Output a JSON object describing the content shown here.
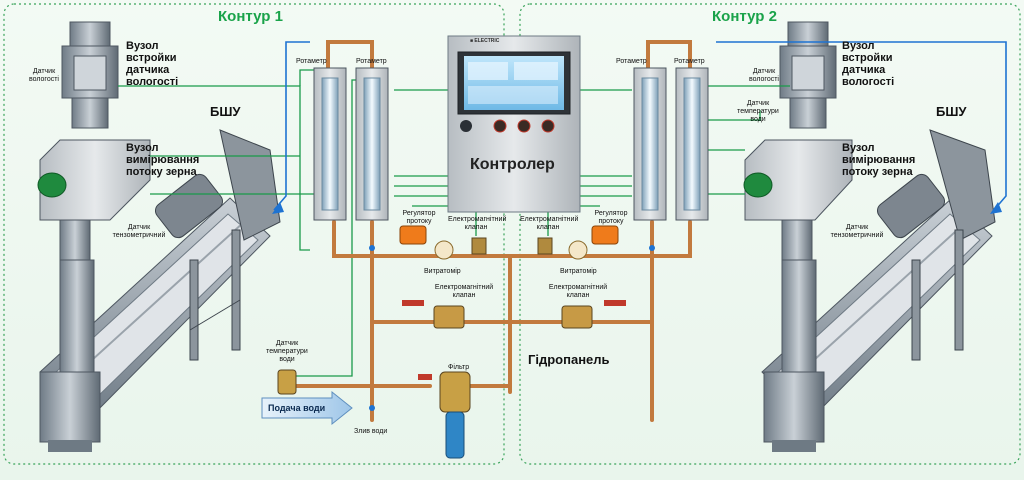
{
  "circuits": {
    "left_title": "Контур 1",
    "right_title": "Контур 2"
  },
  "left": {
    "humidity_sensor": "Датчик вологості",
    "humidity_node": "Вузол встройки датчика вологості",
    "flow_node": "Вузол вимірювання потоку зерна",
    "bshu": "БШУ",
    "tenso_sensor": "Датчик тензометричний",
    "water_temp_sensor": "Датчик температури води",
    "rotameter_1": "Ротаметр",
    "rotameter_2": "Ротаметр",
    "flow_regulator": "Регулятор протоку",
    "solenoid_valve_top": "Електромагнітний клапан",
    "flowmeter": "Витратомір",
    "solenoid_valve_bottom": "Електромагнітний клапан"
  },
  "right": {
    "humidity_sensor": "Датчик вологості",
    "water_temp_sensor": "Датчик температури води",
    "humidity_node": "Вузол встройки датчика вологості",
    "flow_node": "Вузол вимірювання потоку зерна",
    "bshu": "БШУ",
    "tenso_sensor": "Датчик тензометричний",
    "rotameter_1": "Ротаметр",
    "rotameter_2": "Ротаметр",
    "flow_regulator": "Регулятор протоку",
    "solenoid_valve_top": "Електромагнітний клапан",
    "flowmeter": "Витратомір",
    "solenoid_valve_bottom": "Електромагнітний клапан"
  },
  "center": {
    "controller": "Контролер",
    "brand": "■ ELECTRIC",
    "hydropanel": "Гідропанель",
    "filter": "Фільтр",
    "water_supply": "Подача води",
    "water_drain": "Злив води"
  },
  "colors": {
    "circuit_title": "#1aa34a",
    "signal_line": "#1a9a4a",
    "control_line": "#1e73d2",
    "pipe": "#c27a3e",
    "frame": "#6e7a84"
  }
}
